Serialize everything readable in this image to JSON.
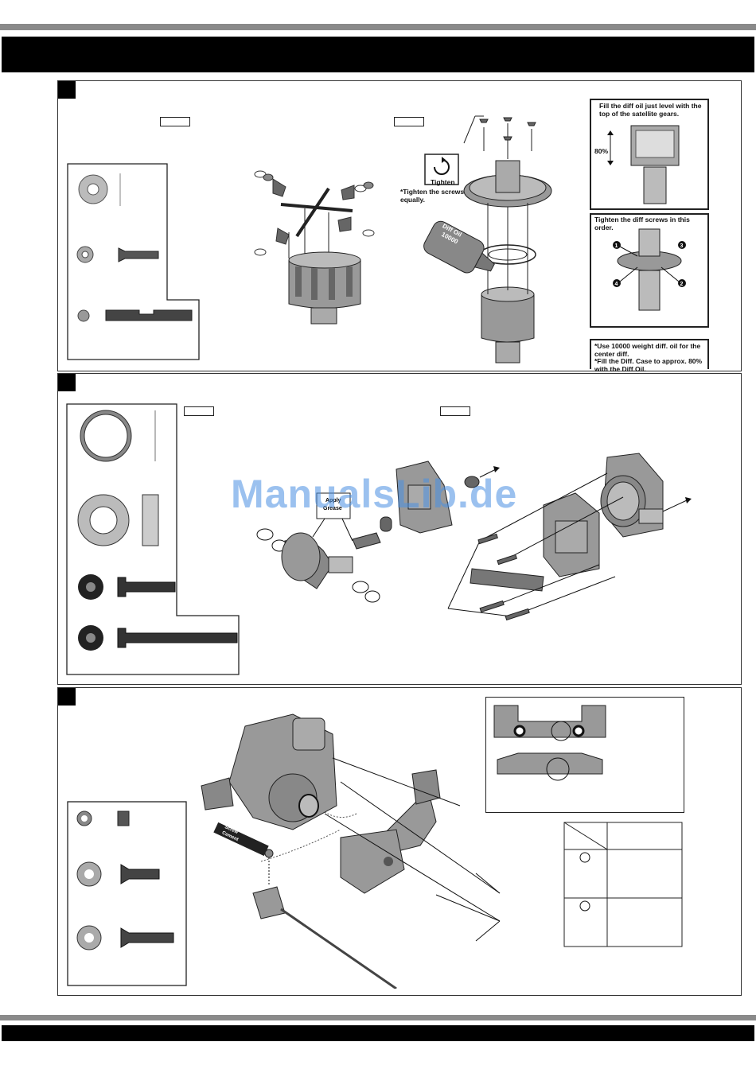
{
  "watermark": "ManualsLib.de",
  "step1": {
    "tighten_label": "Tighten",
    "tighten_note": "*Tighten the screws equally.",
    "bottle_label_line1": "Diff Oil",
    "bottle_label_line2": "10000",
    "fill_note_line1": "Fill the diff oil just level with the",
    "fill_note_line2": "top of the satellite gears.",
    "fill_percent": "80%",
    "order_note": "Tighten the diff screws in this order.",
    "order_numbers": [
      "1",
      "2",
      "3",
      "4"
    ],
    "oil_note_line1": "*Use 10000 weight diff. oil for the",
    "oil_note_line2": "center diff.",
    "oil_note_line3": "*Fill the Diff. Case to approx. 80%",
    "oil_note_line4": "with the Diff.Oil."
  },
  "step2": {
    "grease_label_line1": "Apply",
    "grease_label_line2": "Grease"
  },
  "step3": {
    "cement_label_line1": "Screw",
    "cement_label_line2": "Cement"
  },
  "colors": {
    "bar": "#000000",
    "rule": "#8a8a8a",
    "watermark": "#4a90e2"
  }
}
